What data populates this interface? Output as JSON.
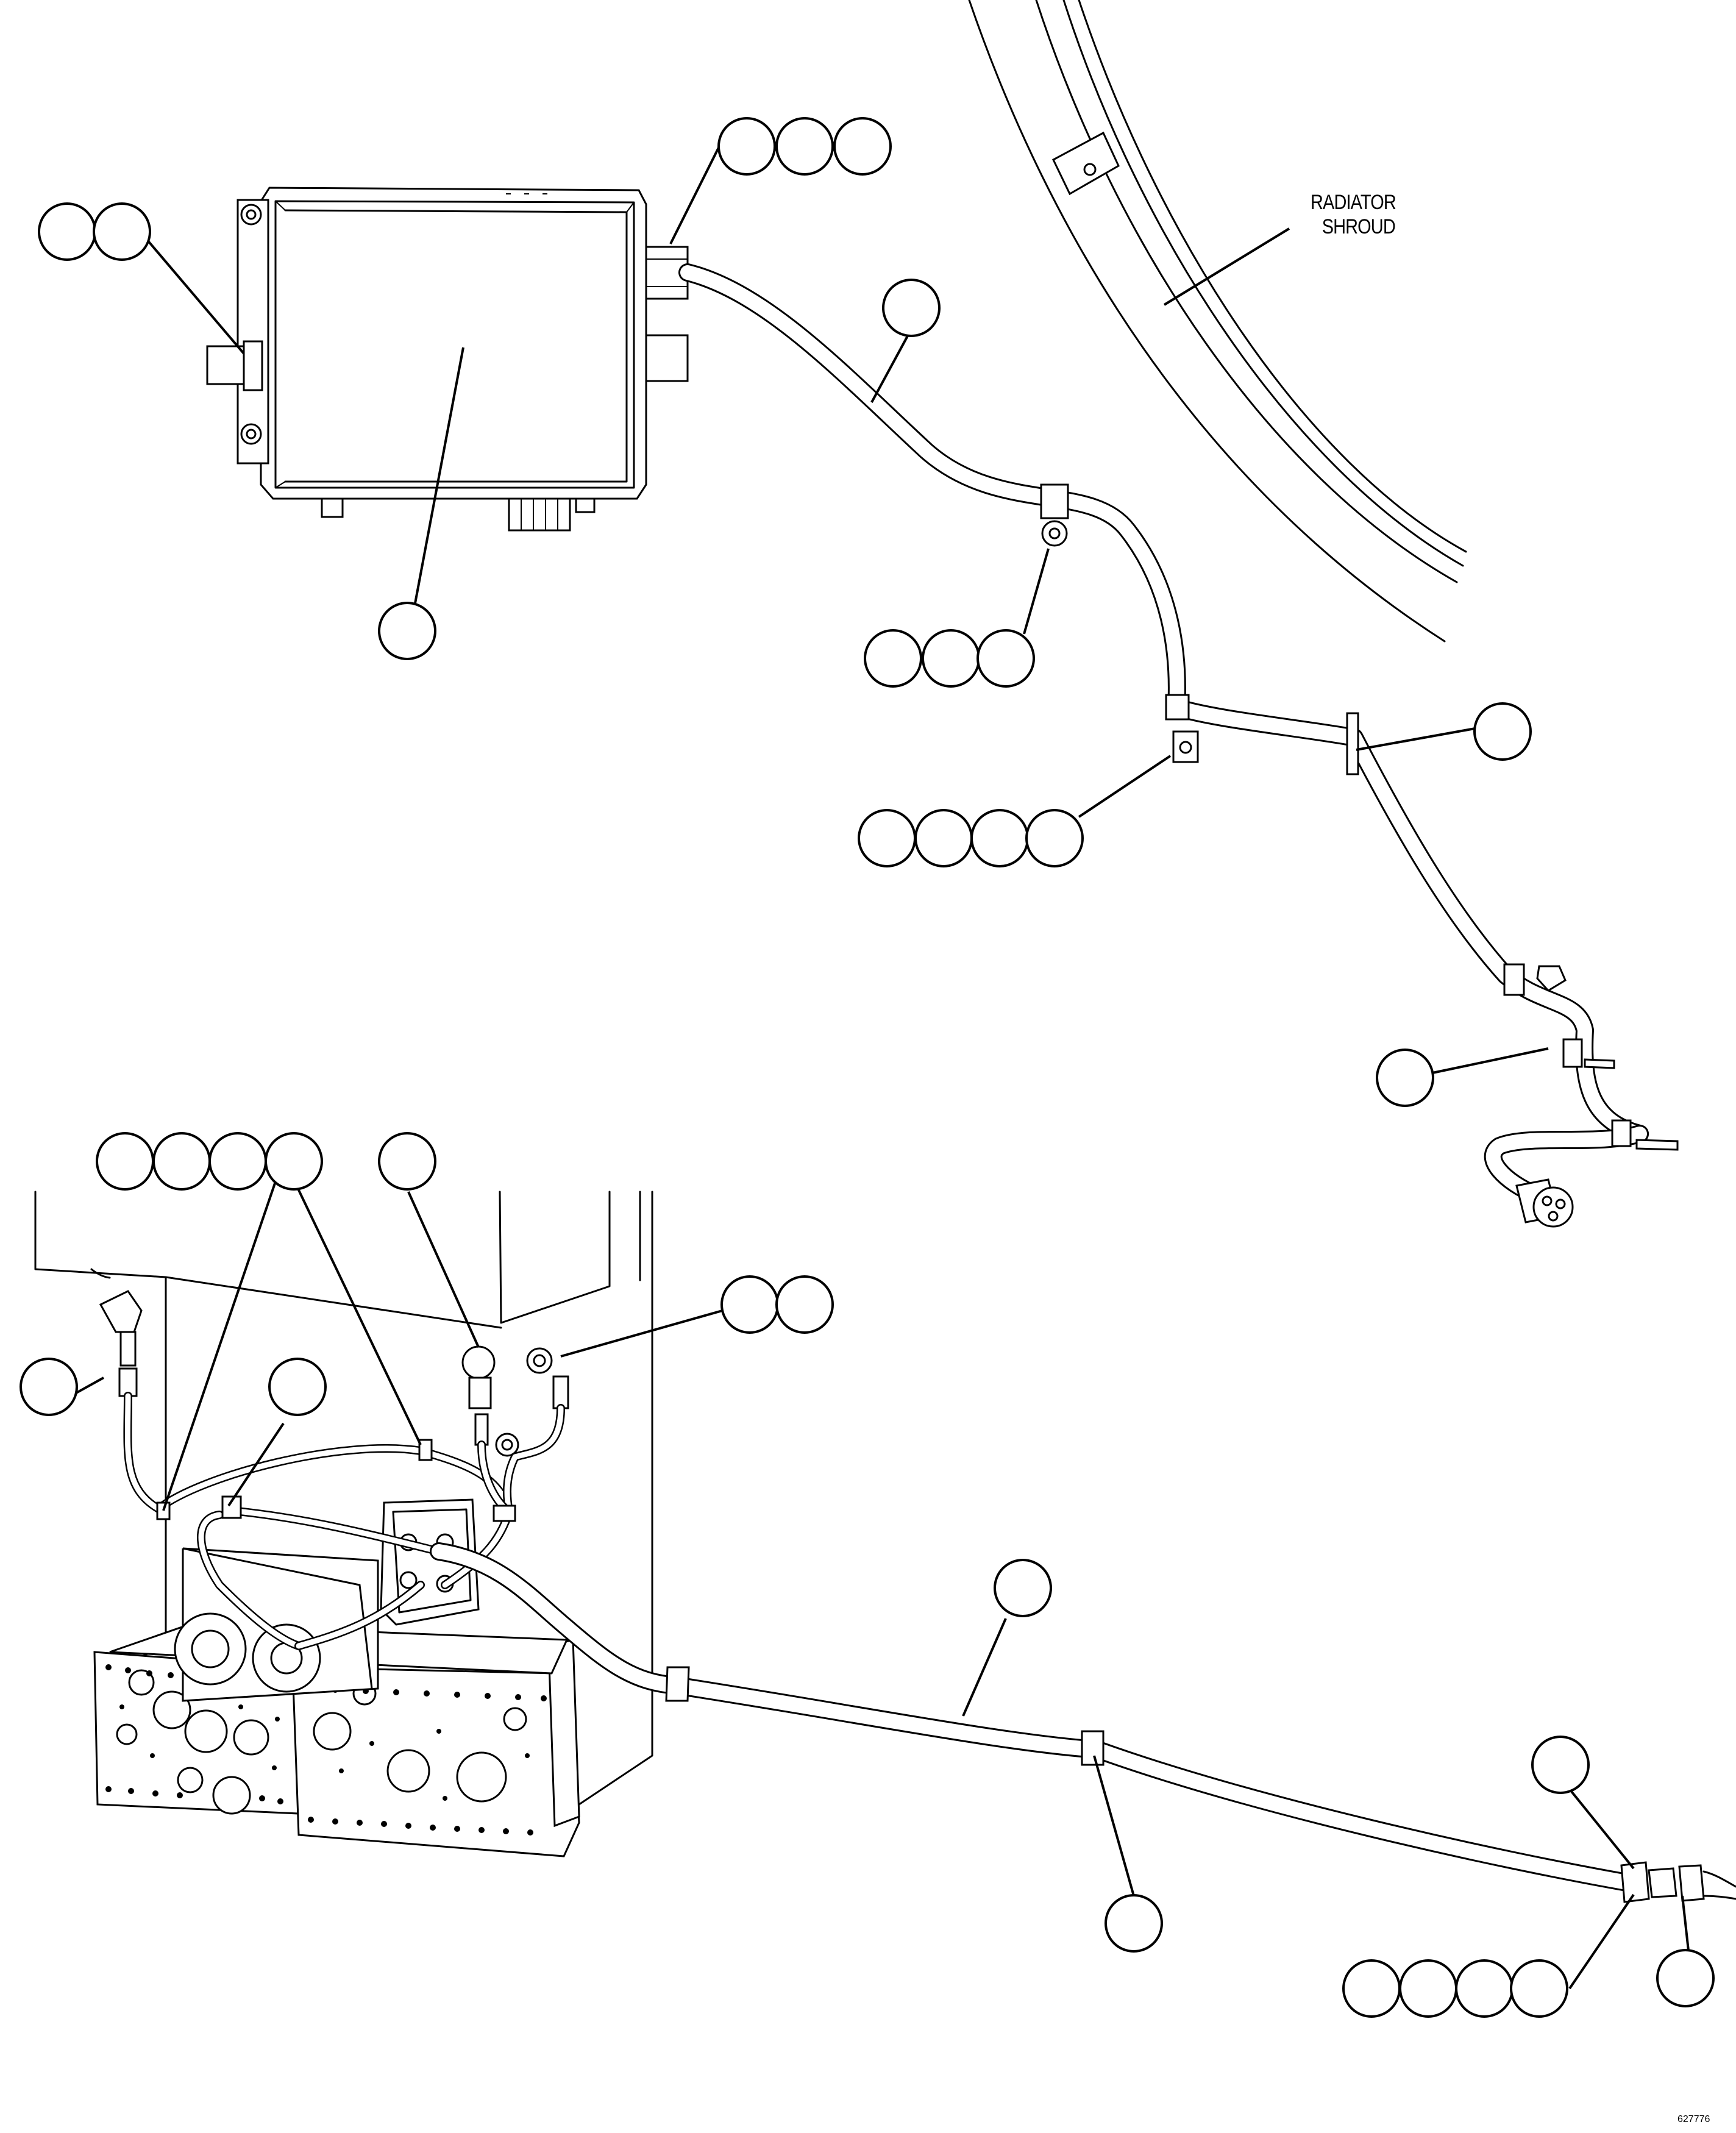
{
  "callouts": {
    "radiator_shroud_line1": "RADIATOR",
    "radiator_shroud_line2": "SHROUD"
  },
  "figure_code": "627776"
}
